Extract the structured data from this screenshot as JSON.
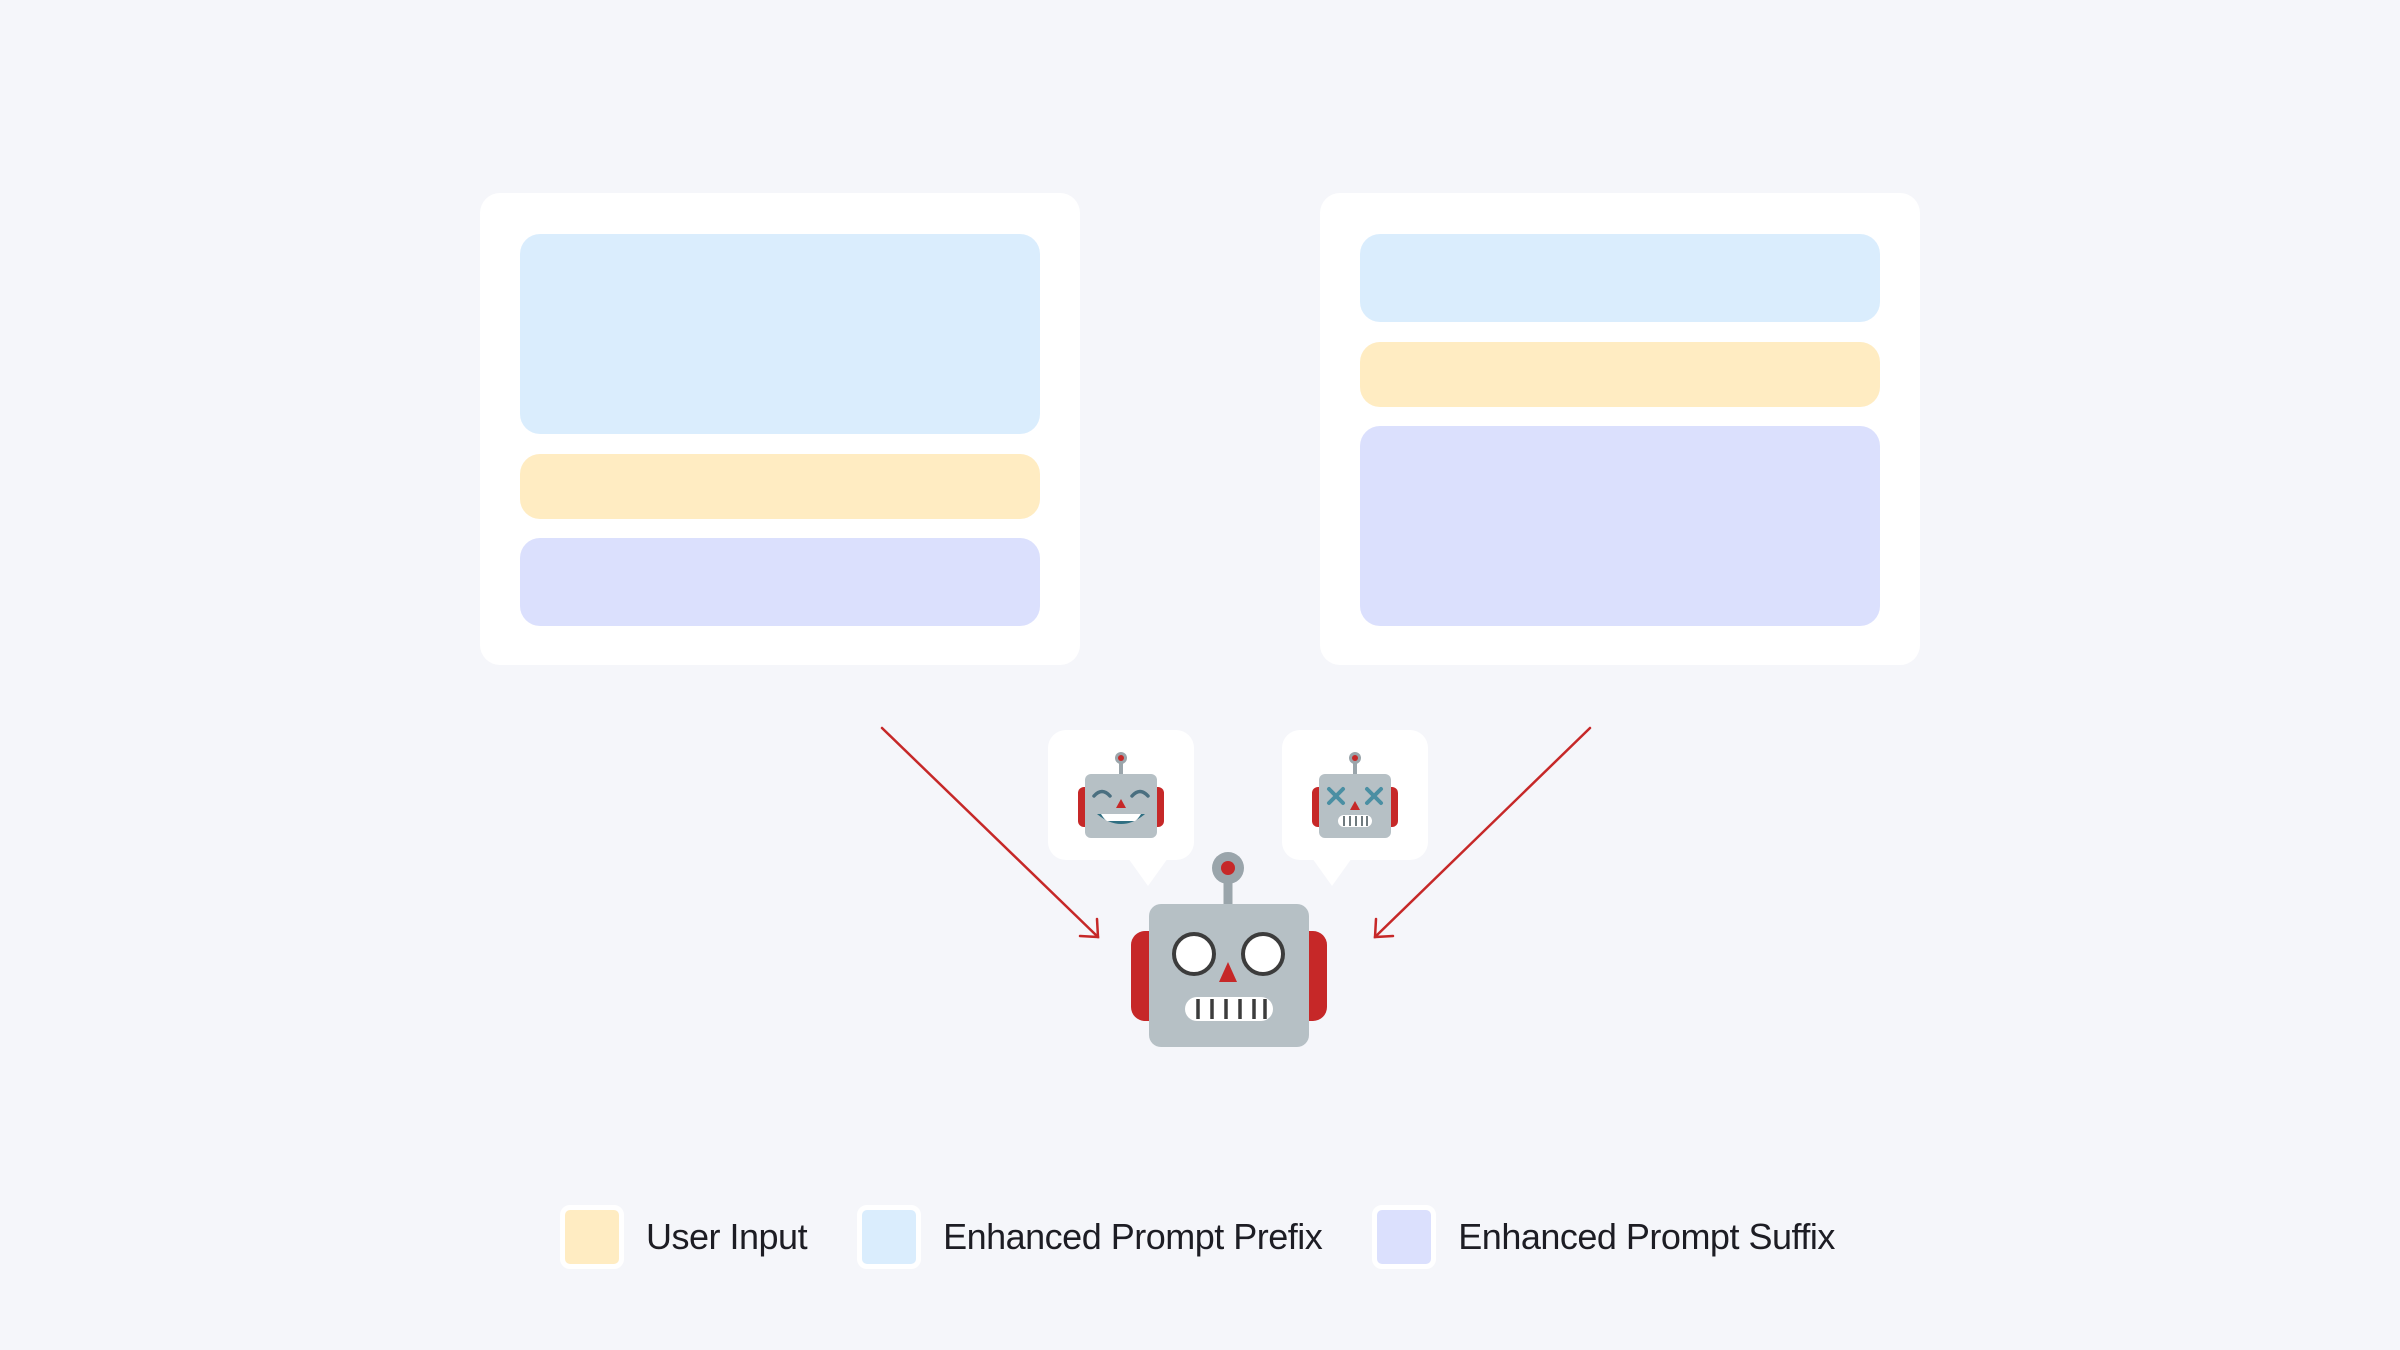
{
  "colors": {
    "background": "#f5f6fa",
    "card": "#ffffff",
    "user_input": "#ffecc2",
    "enhanced_prompt_prefix": "#daedfd",
    "enhanced_prompt_suffix": "#dbe0fd",
    "arrow": "#c62828",
    "robot_body": "#b6c0c5",
    "robot_ears": "#c62828"
  },
  "left_card": {
    "blocks": [
      "enhanced_prompt_prefix",
      "user_input",
      "enhanced_prompt_suffix"
    ],
    "outcome_icon": "happy-robot-icon"
  },
  "right_card": {
    "blocks": [
      "enhanced_prompt_prefix",
      "user_input",
      "enhanced_prompt_suffix"
    ],
    "outcome_icon": "broken-robot-icon"
  },
  "center_icon": "robot-icon",
  "legend": [
    {
      "label": "User Input",
      "color_key": "user_input"
    },
    {
      "label": "Enhanced Prompt Prefix",
      "color_key": "enhanced_prompt_prefix"
    },
    {
      "label": "Enhanced Prompt Suffix",
      "color_key": "enhanced_prompt_suffix"
    }
  ]
}
